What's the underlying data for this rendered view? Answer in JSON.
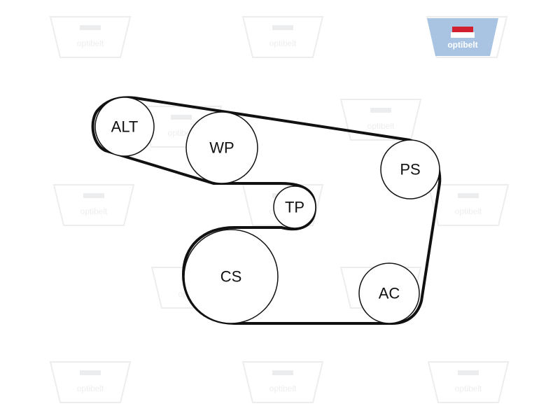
{
  "brand": {
    "logo_text": "optibelt",
    "logo_color": "#a8c4e2",
    "logo_accent": "#d2202f",
    "watermark_text": "optibelt",
    "watermark_color": "#9aa0a6"
  },
  "belt": {
    "color": "#111111"
  },
  "pulleys": [
    {
      "id": "alt",
      "label": "ALT"
    },
    {
      "id": "wp",
      "label": "WP"
    },
    {
      "id": "ps",
      "label": "PS"
    },
    {
      "id": "tp",
      "label": "TP"
    },
    {
      "id": "cs",
      "label": "CS"
    },
    {
      "id": "ac",
      "label": "AC"
    }
  ]
}
